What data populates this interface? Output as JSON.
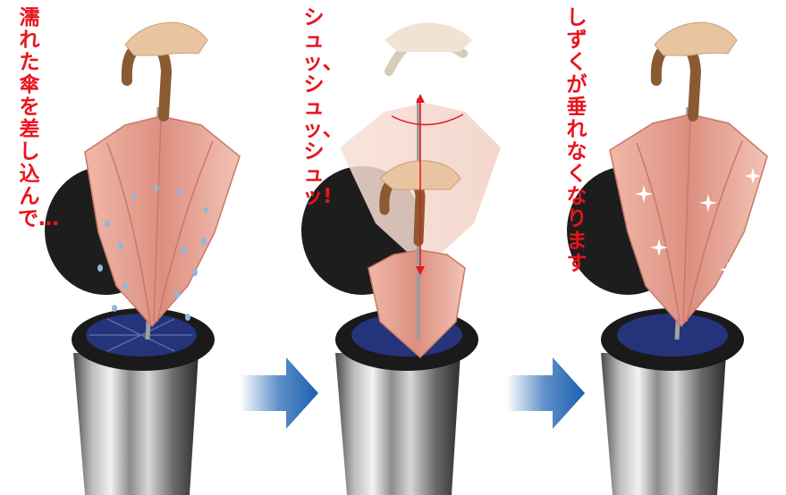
{
  "panels": [
    {
      "caption": "濡れた傘を差し込んで…"
    },
    {
      "caption": "シュッ、シュッ、シュッ!"
    },
    {
      "caption": "しずくが垂れなくなります"
    }
  ],
  "colors": {
    "caption": "#e8141c",
    "umbrella": "#e7a393",
    "handle": "#8a5a30",
    "lid": "#1d1d1d",
    "insert": "#25337a",
    "arrow": "#1a5fb0",
    "droplet": "#8fb8de"
  },
  "icons": [
    "hand-icon",
    "umbrella-icon",
    "droplet-icon",
    "sparkle-icon",
    "arrow-right-icon",
    "umbrella-stand-icon"
  ]
}
